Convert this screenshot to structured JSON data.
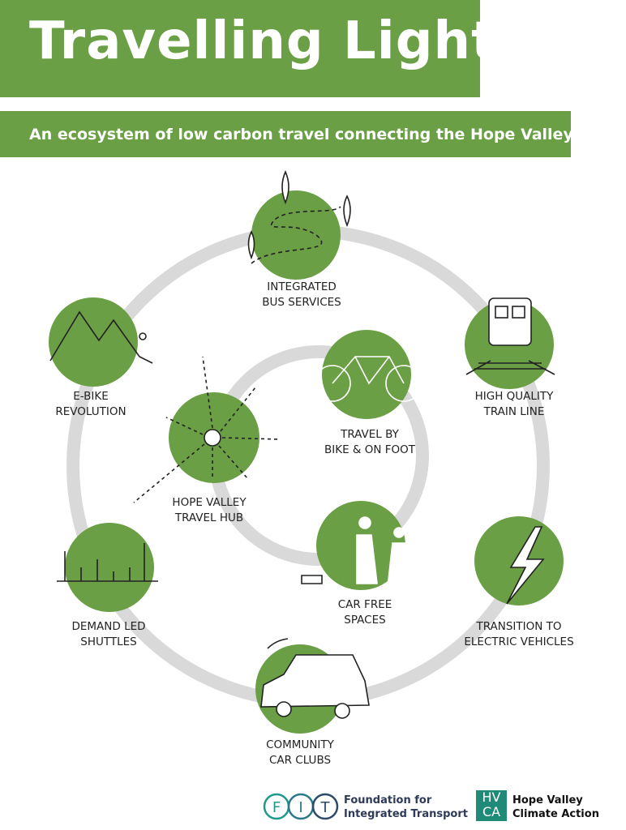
{
  "title": "Travelling Light",
  "subtitle": "An ecosystem of low carbon travel connecting the Hope Valley",
  "nodes": [
    {
      "id": "bus",
      "line1": "INTEGRATED",
      "line2": "BUS SERVICES"
    },
    {
      "id": "ebike",
      "line1": "E-BIKE",
      "line2": "REVOLUTION"
    },
    {
      "id": "train",
      "line1": "HIGH QUALITY",
      "line2": "TRAIN LINE"
    },
    {
      "id": "bike",
      "line1": "TRAVEL BY",
      "line2": "BIKE & ON FOOT"
    },
    {
      "id": "hub",
      "line1": "HOPE VALLEY",
      "line2": "TRAVEL HUB"
    },
    {
      "id": "carfree",
      "line1": "CAR FREE",
      "line2": "SPACES"
    },
    {
      "id": "shuttles",
      "line1": "DEMAND LED",
      "line2": "SHUTTLES"
    },
    {
      "id": "ev",
      "line1": "TRANSITION TO",
      "line2": "ELECTRIC VEHICLES"
    },
    {
      "id": "carclubs",
      "line1": "COMMUNITY",
      "line2": "CAR CLUBS"
    }
  ],
  "logos": {
    "fit": {
      "mark": "FIT",
      "line1": "Foundation for",
      "line2": "Integrated Transport"
    },
    "hvca": {
      "mark1": "HV",
      "mark2": "CA",
      "line1": "Hope Valley",
      "line2": "Climate Action"
    }
  },
  "colors": {
    "green": "#6a9f45",
    "ring": "#d9d9d9",
    "teal": "#1f8a78"
  }
}
